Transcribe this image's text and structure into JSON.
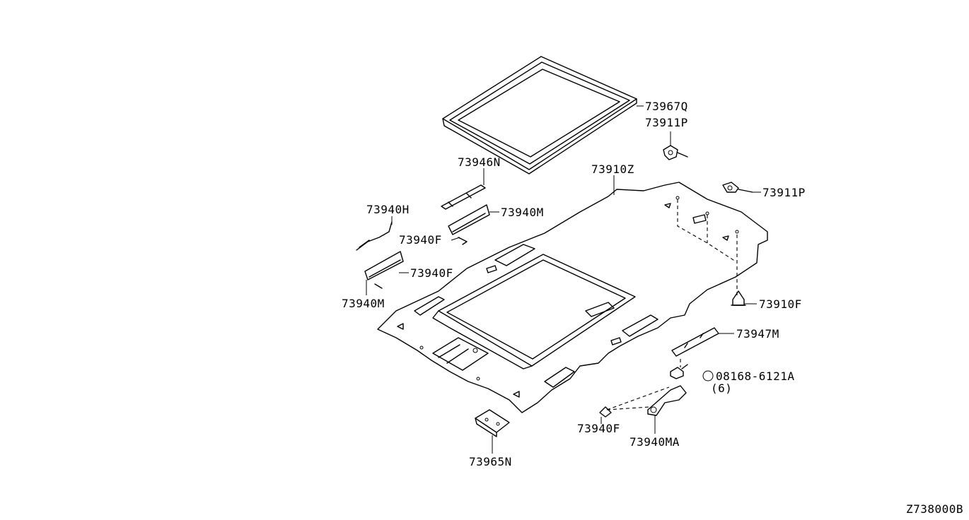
{
  "callouts": {
    "sunroof_finisher": "73967Q",
    "sunvisor_holder_right": "73911P",
    "sunvisor_holder_left": "73911P",
    "headlining": "73910Z",
    "clip_73910F": "73910F",
    "bracket_73946N": "73946N",
    "assist_grip_front_right": "73940M",
    "assist_grip_cover_front": "73940H",
    "grip_clip_front": "73940F",
    "grip_clip_rear_left": "73940F",
    "assist_grip_rear_left": "73940M",
    "bracket_73947M": "73947M",
    "screw": "08168-6121A",
    "screw_qty": "(6)",
    "grip_clip_lower": "73940F",
    "assist_grip_73940MA": "73940MA",
    "lamp_bracket": "73965N"
  },
  "reference_code": "Z738000B"
}
